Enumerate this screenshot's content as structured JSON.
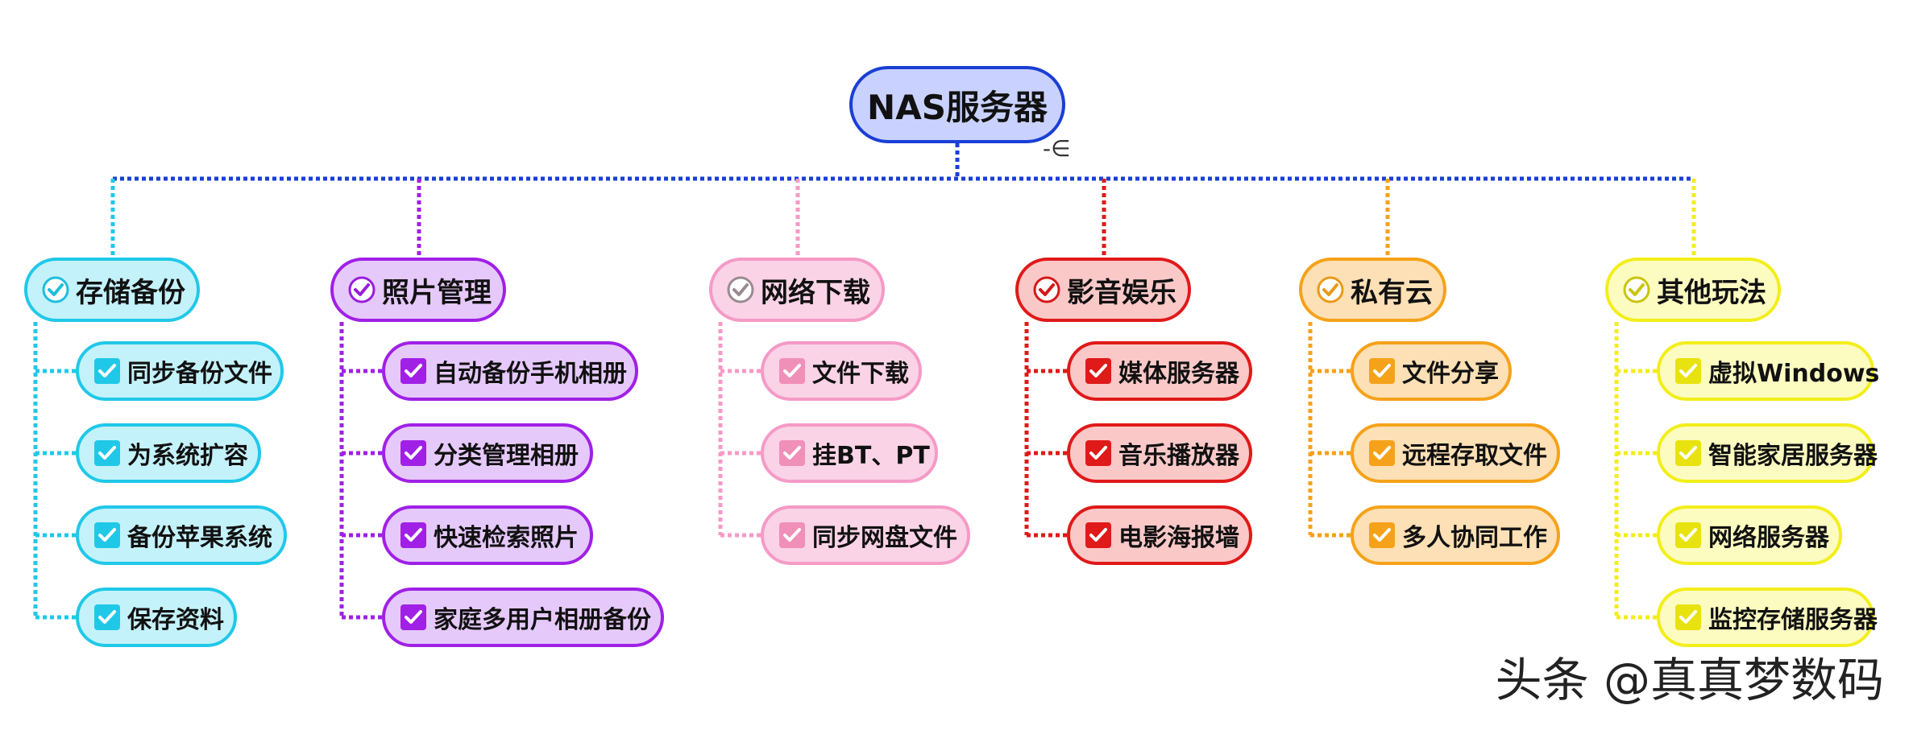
{
  "root": {
    "label": "NAS服务器",
    "border": "#1a3fd6",
    "fill": "#c9d2ff",
    "collapse_icon": "collapse-minus-icon",
    "collapse_glyph": "-∈"
  },
  "line_style": "dotted",
  "categories": [
    {
      "label": "存储备份",
      "border": "#20c8e8",
      "fill": "#c4f2fb",
      "icon": "circle-check-icon",
      "items": [
        {
          "label": "同步备份文件",
          "icon": "square-check-icon"
        },
        {
          "label": "为系统扩容",
          "icon": "square-check-icon"
        },
        {
          "label": "备份苹果系统",
          "icon": "square-check-icon"
        },
        {
          "label": "保存资料",
          "icon": "square-check-icon"
        }
      ]
    },
    {
      "label": "照片管理",
      "border": "#a020e6",
      "fill": "#e6c9fb",
      "icon": "circle-check-icon",
      "items": [
        {
          "label": "自动备份手机相册",
          "icon": "square-check-icon"
        },
        {
          "label": "分类管理相册",
          "icon": "square-check-icon"
        },
        {
          "label": "快速检索照片",
          "icon": "square-check-icon"
        },
        {
          "label": "家庭多用户相册备份",
          "icon": "square-check-icon"
        }
      ]
    },
    {
      "label": "网络下载",
      "border": "#f59ac6",
      "fill": "#fbd3e6",
      "icon": "circle-check-icon",
      "items": [
        {
          "label": "文件下载",
          "icon": "square-check-icon"
        },
        {
          "label": "挂BT、PT",
          "icon": "square-check-icon"
        },
        {
          "label": "同步网盘文件",
          "icon": "square-check-icon"
        }
      ]
    },
    {
      "label": "影音娱乐",
      "border": "#e01919",
      "fill": "#fbc8c8",
      "icon": "circle-check-icon",
      "items": [
        {
          "label": "媒体服务器",
          "icon": "square-check-icon"
        },
        {
          "label": "音乐播放器",
          "icon": "square-check-icon"
        },
        {
          "label": "电影海报墙",
          "icon": "square-check-icon"
        }
      ]
    },
    {
      "label": "私有云",
      "border": "#f5a21a",
      "fill": "#fde0b5",
      "icon": "circle-check-icon",
      "items": [
        {
          "label": "文件分享",
          "icon": "square-check-icon"
        },
        {
          "label": "远程存取文件",
          "icon": "square-check-icon"
        },
        {
          "label": "多人协同工作",
          "icon": "square-check-icon"
        }
      ]
    },
    {
      "label": "其他玩法",
      "border": "#f2ee1a",
      "fill": "#fcfbc0",
      "icon": "circle-check-icon",
      "items": [
        {
          "label": "虚拟Windows",
          "icon": "square-check-icon"
        },
        {
          "label": "智能家居服务器",
          "icon": "square-check-icon"
        },
        {
          "label": "网络服务器",
          "icon": "square-check-icon"
        },
        {
          "label": "监控存储服务器",
          "icon": "square-check-icon"
        }
      ]
    }
  ],
  "watermark": "头条 @真真梦数码"
}
